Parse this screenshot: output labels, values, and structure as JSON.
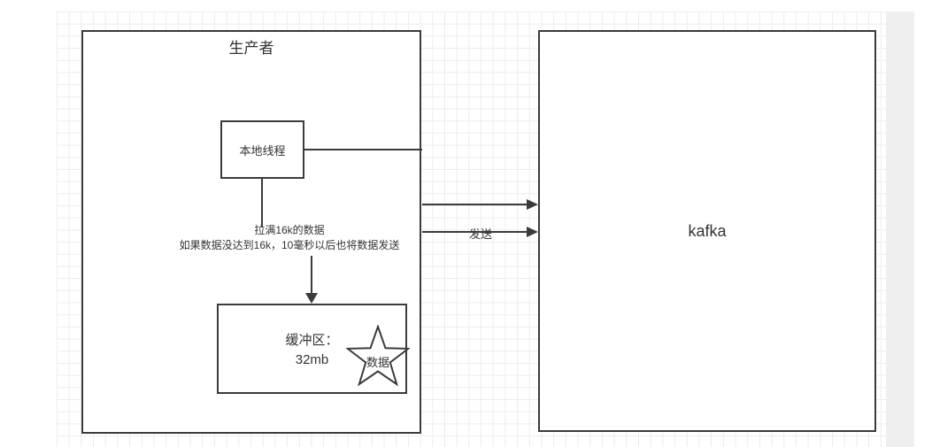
{
  "canvas": {
    "page_background": "#ffffff",
    "grid_color": "#ececec",
    "gutter_color": "#efefef",
    "stroke_color": "#3b3b3b",
    "text_color": "#333333"
  },
  "diagram": {
    "producer": {
      "title": "生产者"
    },
    "local_thread": {
      "label": "本地线程"
    },
    "annotation": {
      "line1": "拉满16k的数据",
      "line2": "如果数据没达到16k，10毫秒以后也将数据发送"
    },
    "buffer": {
      "label_line1": "缓冲区：",
      "label_line2": "32mb"
    },
    "star": {
      "label": "数据"
    },
    "send_connector": {
      "label": "发送"
    },
    "kafka": {
      "title": "kafka"
    }
  }
}
